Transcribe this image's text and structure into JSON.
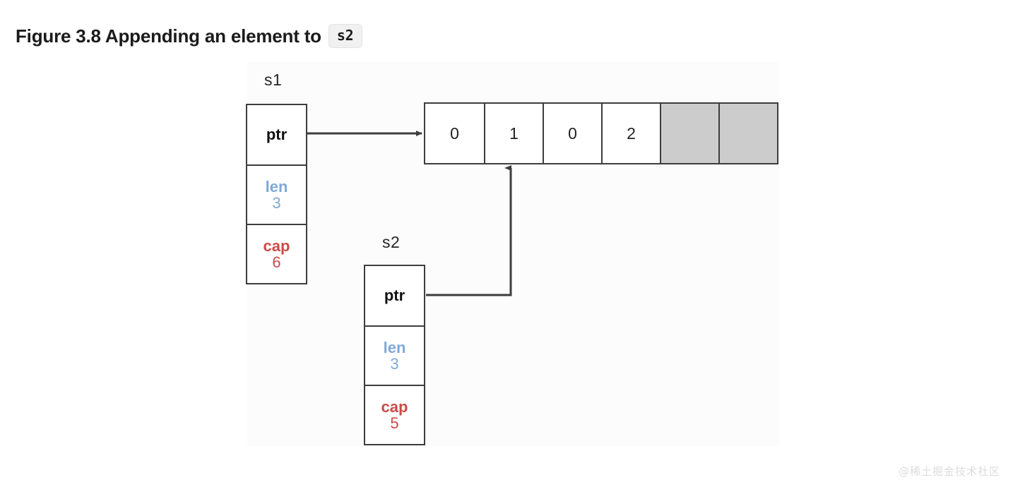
{
  "figure": {
    "title_text": "Figure 3.8 Appending an element to",
    "code_badge": "s2"
  },
  "diagram": {
    "slices": [
      {
        "label": "s1",
        "fields": [
          {
            "name": "ptr",
            "value": ""
          },
          {
            "name": "len",
            "value": "3"
          },
          {
            "name": "cap",
            "value": "6"
          }
        ]
      },
      {
        "label": "s2",
        "fields": [
          {
            "name": "ptr",
            "value": ""
          },
          {
            "name": "len",
            "value": "3"
          },
          {
            "name": "cap",
            "value": "5"
          }
        ]
      }
    ],
    "array": {
      "cells": [
        {
          "value": "0",
          "empty": false
        },
        {
          "value": "1",
          "empty": false
        },
        {
          "value": "0",
          "empty": false
        },
        {
          "value": "2",
          "empty": false
        },
        {
          "value": "",
          "empty": true
        },
        {
          "value": "",
          "empty": true
        }
      ]
    },
    "pointers": [
      {
        "from": "s1.ptr",
        "to": "array.cell.0"
      },
      {
        "from": "s2.ptr",
        "to": "array.cell.1"
      }
    ]
  },
  "colors": {
    "len_blue": "#7fa9d8",
    "cap_red": "#cb4a48",
    "stroke": "#3d3d3d",
    "empty_cell_gray": "#cccccc",
    "panel_bg": "#fcfcfc",
    "badge_bg": "#f1f1f1"
  },
  "watermark": {
    "text": "@稀土掘金技术社区"
  }
}
